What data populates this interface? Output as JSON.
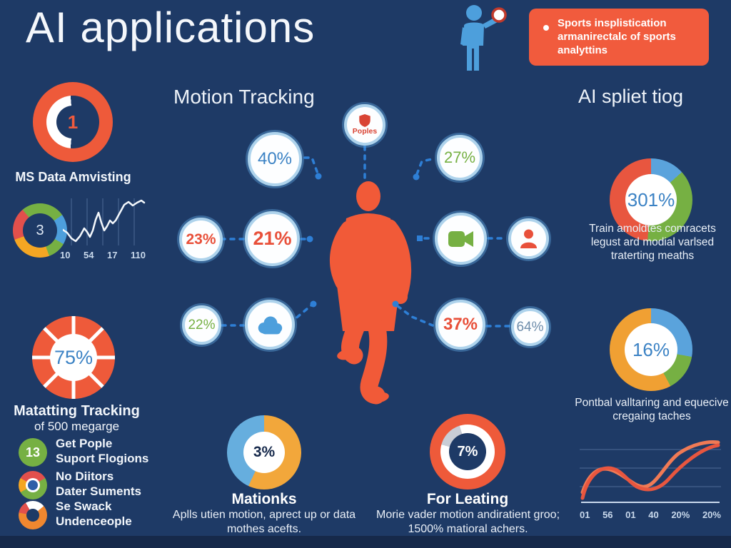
{
  "header": {
    "title": "AI applications",
    "callout_text": "Sports insplistication armanirectalc of sports analyttins"
  },
  "left": {
    "stat1": {
      "value": "1",
      "label": "MS Data Amvisting"
    },
    "mini_donut": {
      "value": "3"
    },
    "line_chart": {
      "xlabels": [
        "10",
        "54",
        "17",
        "110"
      ]
    },
    "stat75": {
      "value": "75%",
      "title": "Matatting Tracking",
      "subtitle": "of 500 megarge"
    },
    "legend": [
      {
        "badge": "13",
        "line1": "Get Pople",
        "line2": "Suport Flogions"
      },
      {
        "line1": "No Diitors",
        "line2": "Dater Suments"
      },
      {
        "line1": "Se Swack",
        "line2": "Undenceople"
      }
    ]
  },
  "middle": {
    "heading": "Motion Tracking",
    "nodes": {
      "n40": "40%",
      "poples": "Poples",
      "n27": "27%",
      "n23": "23%",
      "n21": "21%",
      "n22": "22%",
      "n37": "37%",
      "n64": "64%"
    }
  },
  "bottom": {
    "stat3": {
      "value": "3%",
      "title": "Mationks",
      "desc": "Aplls utien motion, aprect up or data mothes acefts."
    },
    "stat7": {
      "value": "7%",
      "title": "For Leating",
      "desc": "Morie vader motion andiratient groo; 1500% matioral achers."
    }
  },
  "right": {
    "heading": "AI spliet tiog",
    "stat301": {
      "value": "301%",
      "desc": "Train amoldtes comracets legust ard modial varlsed traterting meaths"
    },
    "stat16": {
      "value": "16%",
      "desc": "Pontbal valltaring and equecive cregaing taches"
    },
    "line_chart": {
      "xlabels": [
        "01",
        "56",
        "01",
        "40",
        "20%",
        "20%"
      ]
    }
  },
  "colors": {
    "background": "#1e3a66",
    "orange": "#f15b3d",
    "red": "#e8503a",
    "green": "#76b043",
    "blue": "#4d9fdc",
    "accent_blue": "#3b82c4",
    "yellow": "#f5a623"
  },
  "chart_data": [
    {
      "type": "pie",
      "id": "stat1-donut",
      "center_label": "1",
      "title": "MS Data Amvisting",
      "slices": [
        {
          "color": "#ee5a3a",
          "value": 100
        }
      ],
      "inner_arc": {
        "color": "#ffffff",
        "sweep_deg": 170
      }
    },
    {
      "type": "pie",
      "id": "mini-donut",
      "center_label": "3",
      "slices": [
        {
          "color": "#76b043",
          "value": 35
        },
        {
          "color": "#4d9fdc",
          "value": 18
        },
        {
          "color": "#f5a623",
          "value": 25
        },
        {
          "color": "#e2504c",
          "value": 22
        }
      ]
    },
    {
      "type": "line",
      "id": "left-line-chart",
      "x_ticks": [
        "10",
        "54",
        "17",
        "110"
      ],
      "grid": "vertical",
      "series": [
        {
          "name": "trend",
          "approx_values": [
            46,
            62,
            44,
            56,
            22,
            47,
            33,
            11,
            5
          ]
        }
      ]
    },
    {
      "type": "pie",
      "id": "stat75-donut",
      "center_label": "75%",
      "title": "Matatting Tracking of 500 megarge",
      "slices": [
        {
          "color": "#ee5a3a",
          "value": 100
        }
      ],
      "note": "orange ring divided by 8 white spokes"
    },
    {
      "type": "network",
      "id": "motion-tracking",
      "title": "Motion Tracking",
      "node_values": [
        "40%",
        "27%",
        "23%",
        "21%",
        "22%",
        "37%",
        "64%"
      ],
      "icon_nodes": [
        "shield-poples",
        "video-camera",
        "person",
        "cloud"
      ]
    },
    {
      "type": "pie",
      "id": "stat3-donut",
      "center_label": "3%",
      "title": "Mationks",
      "slices": [
        {
          "color": "#f2a73b",
          "value": 57
        },
        {
          "color": "#66aede",
          "value": 43
        }
      ]
    },
    {
      "type": "pie",
      "id": "stat7-donut",
      "center_label": "7%",
      "title": "For Leating",
      "slices": [
        {
          "color": "#c9cdd6",
          "value": 16
        },
        {
          "color": "#ffffff",
          "value": 84
        }
      ]
    },
    {
      "type": "pie",
      "id": "stat301-donut",
      "center_label": "301%",
      "slices": [
        {
          "color": "#5aa3dc",
          "value": 13
        },
        {
          "color": "#76b043",
          "value": 38
        },
        {
          "color": "#e8563f",
          "value": 49
        }
      ]
    },
    {
      "type": "pie",
      "id": "stat16-donut",
      "center_label": "16%",
      "slices": [
        {
          "color": "#5aa3dc",
          "value": 28
        },
        {
          "color": "#76b043",
          "value": 14
        },
        {
          "color": "#f0a033",
          "value": 58
        }
      ]
    },
    {
      "type": "line",
      "id": "right-line-chart",
      "x_ticks": [
        "01",
        "56",
        "01",
        "40",
        "20%",
        "20%"
      ],
      "grid": "horizontal",
      "series": [
        {
          "name": "curve-a",
          "color": "#f07a55"
        },
        {
          "name": "curve-b",
          "color": "#e8563f"
        }
      ]
    }
  ]
}
